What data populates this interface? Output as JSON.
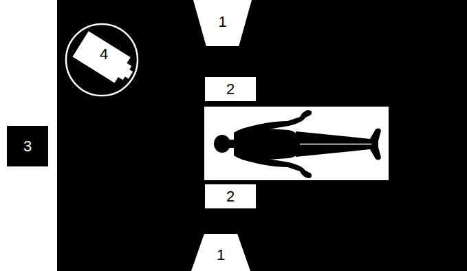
{
  "diagram": {
    "nodes": [
      {
        "text": [
          "1"
        ]
      },
      {
        "text": [
          "4"
        ]
      },
      {
        "text": [
          "2"
        ]
      },
      {
        "text": [
          "3"
        ]
      },
      {
        "text": [
          "2"
        ]
      },
      {
        "text": [
          "1"
        ]
      }
    ],
    "edges": []
  }
}
